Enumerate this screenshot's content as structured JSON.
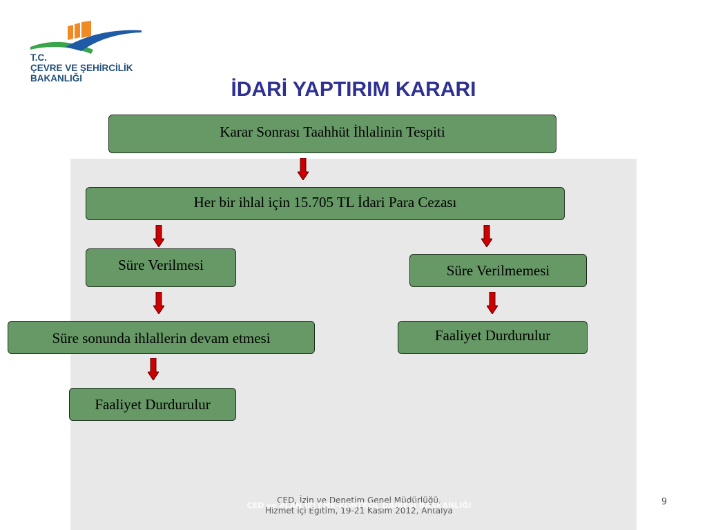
{
  "ministry": {
    "line1": "T.C.",
    "line2": "ÇEVRE VE ŞEHİRCİLİK",
    "line3": "BAKANLIĞI"
  },
  "title": "İDARİ YAPTIRIM KARARI",
  "diagram": {
    "nodes": {
      "top": "Karar Sonrası Taahhüt İhlalinin Tespiti",
      "penalty": "Her bir ihlal için 15.705 TL İdari Para Cezası",
      "time_given": "Süre Verilmesi",
      "time_not_given": "Süre Verilmemesi",
      "violations_continue": "Süre sonunda ihlallerin devam etmesi",
      "stopped_right": "Faaliyet Durdurulur",
      "stopped_left": "Faaliyet Durdurulur"
    },
    "edges": [
      [
        "top",
        "penalty"
      ],
      [
        "penalty",
        "time_given"
      ],
      [
        "penalty",
        "time_not_given"
      ],
      [
        "time_given",
        "violations_continue"
      ],
      [
        "time_not_given",
        "stopped_right"
      ],
      [
        "violations_continue",
        "stopped_left"
      ]
    ]
  },
  "footer": {
    "line1": "ÇED, İzin ve Denetim Genel Müdürlüğü,",
    "line2": "Hizmet içi Eğitim, 19-21 Kasım 2012, Antalya",
    "overlay": "ÇED ve PLAN İZLEME-KONTROL DAİRESİ BAŞKANLIĞI"
  },
  "page_number": "9",
  "colors": {
    "box_fill": "#669966",
    "arrow_fill": "#cc0000",
    "title": "#2e3192",
    "panel": "#e8e8e8"
  }
}
